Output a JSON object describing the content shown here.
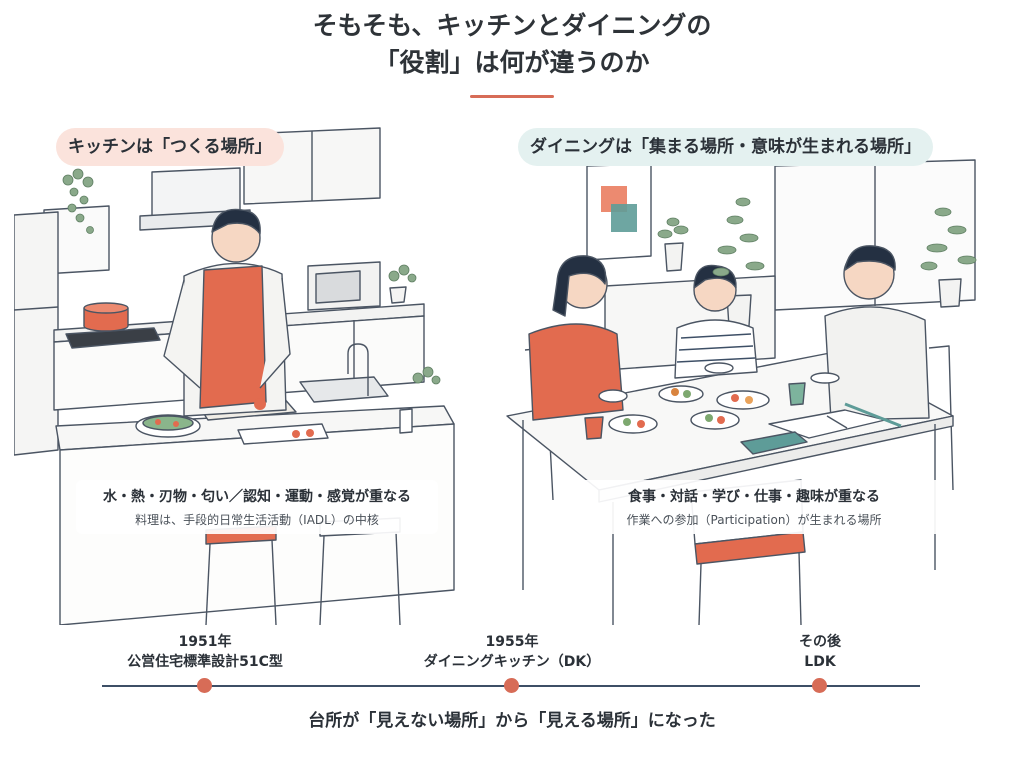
{
  "title": {
    "line1": "そもそも、キッチンとダイニングの",
    "line2": "「役割」は何が違うのか"
  },
  "kitchen": {
    "label": "キッチンは「つくる場所」",
    "caption_main": "水・熱・刃物・匂い／認知・運動・感覚が重なる",
    "caption_sub": "料理は、手段的日常生活活動（IADL）の中核"
  },
  "dining": {
    "label": "ダイニングは「集まる場所・意味が生まれる場所」",
    "caption_main": "食事・対話・学び・仕事・趣味が重なる",
    "caption_sub": "作業への参加（Participation）が生まれる場所"
  },
  "timeline": [
    {
      "line1": "1951年",
      "line2": "公営住宅標準設計51C型"
    },
    {
      "line1": "1955年",
      "line2": "ダイニングキッチン（DK）"
    },
    {
      "line1": "その後",
      "line2": "LDK"
    }
  ],
  "footer": "台所が「見えない場所」から「見える場所」になった",
  "colors": {
    "accent": "#d76c57",
    "navy": "#3d4f66",
    "teal": "#5e9c98",
    "kitchen_tint": "#fbe3dc",
    "dining_tint": "#e4f1f0"
  }
}
